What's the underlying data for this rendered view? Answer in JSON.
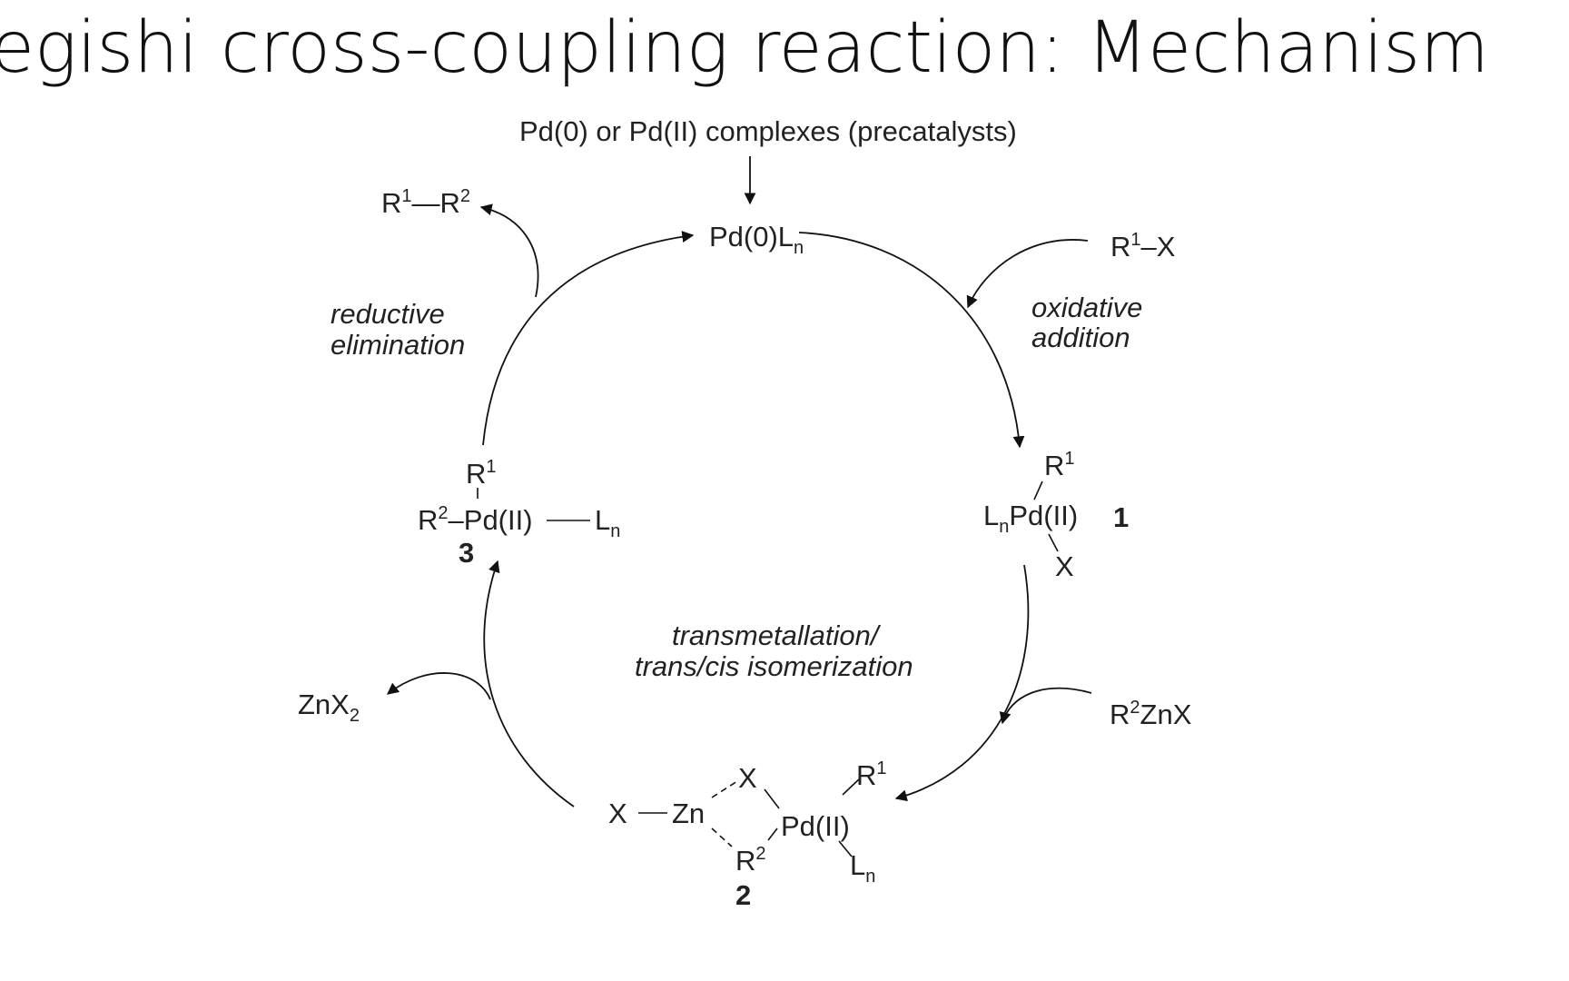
{
  "title": "egishi cross-coupling reaction: Mechanism",
  "precatalyst": "Pd(0) or Pd(II) complexes (precatalysts)",
  "species": {
    "pd0": {
      "main": "Pd(0)L",
      "sub": "n"
    },
    "c1": {
      "r": "R",
      "r_sup": "1",
      "core_pre": "L",
      "core_sub": "n",
      "core": "Pd(II)",
      "x": "X",
      "num": "1"
    },
    "c2": {
      "x_left": "X",
      "zn": "Zn",
      "x_bridge": "X",
      "r_bridge": "R",
      "r_bridge_sup": "2",
      "pd": "Pd(II)",
      "r_top": "R",
      "r_top_sup": "1",
      "l": "L",
      "l_sub": "n",
      "num": "2"
    },
    "c3": {
      "r_top": "R",
      "r_top_sup": "1",
      "r_left": "R",
      "r_left_sup": "2",
      "pd": "Pd(II)",
      "l": "L",
      "l_sub": "n",
      "num": "3"
    }
  },
  "reagents": {
    "r1x": {
      "r": "R",
      "sup": "1",
      "rest": "–X"
    },
    "r2znx": {
      "r": "R",
      "sup": "2",
      "rest": "ZnX"
    }
  },
  "products": {
    "r1r2": {
      "r1": "R",
      "sup1": "1",
      "r2": "R",
      "sup2": "2"
    },
    "znx2": {
      "main": "ZnX",
      "sub": "2"
    }
  },
  "steps": {
    "oxidative": [
      "oxidative",
      "addition"
    ],
    "reductive": [
      "reductive",
      "elimination"
    ],
    "transmetallation": [
      "transmetallation/",
      "trans/cis isomerization"
    ]
  }
}
